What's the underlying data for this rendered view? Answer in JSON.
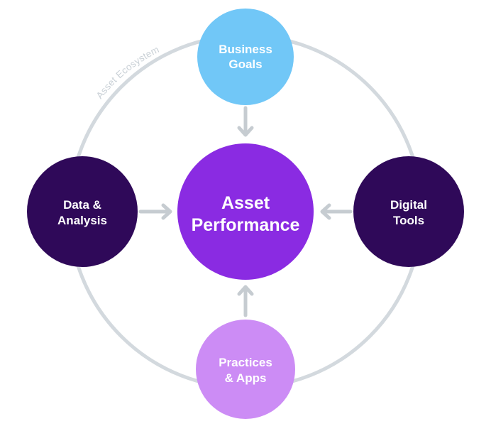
{
  "ecosystem": {
    "label": "Asset Ecosystem"
  },
  "colors": {
    "ring": "#d3d9de",
    "arrow": "#c6ccd1",
    "center": "#8a2be2",
    "top": "#71c7f7",
    "left": "#2f0959",
    "right": "#2f0959",
    "bottom": "#cc8cf5"
  },
  "nodes": {
    "center": {
      "line1": "Asset",
      "line2": "Performance"
    },
    "top": {
      "line1": "Business",
      "line2": "Goals"
    },
    "left": {
      "line1": "Data &",
      "line2": "Analysis"
    },
    "right": {
      "line1": "Digital",
      "line2": "Tools"
    },
    "bottom": {
      "line1": "Practices",
      "line2": "& Apps"
    }
  }
}
